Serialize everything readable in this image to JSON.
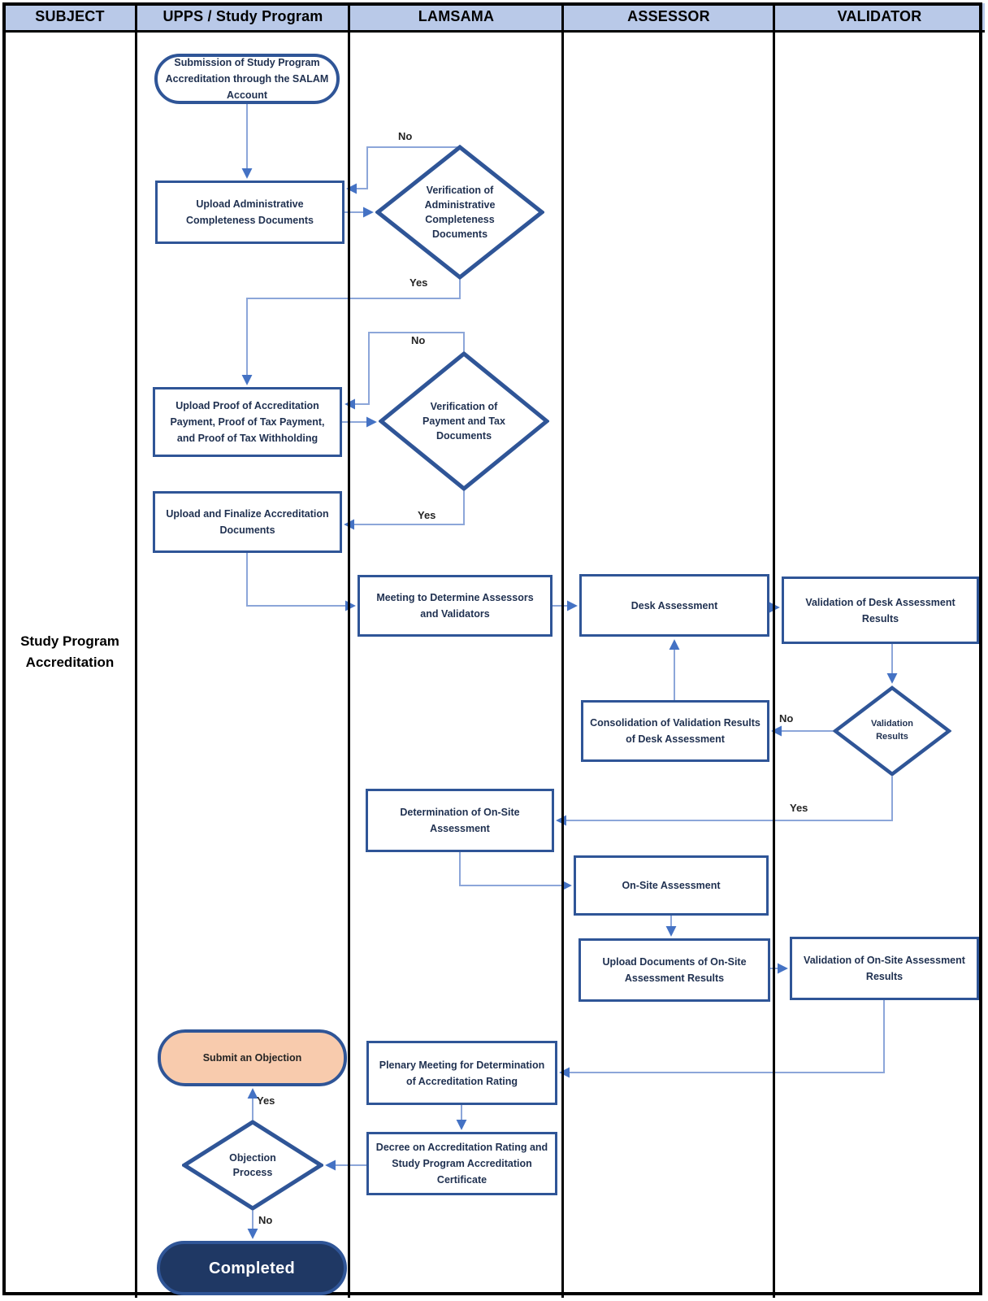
{
  "header": {
    "columns": [
      "SUBJECT",
      "UPPS / Study Program",
      "LAMSAMA",
      "ASSESSOR",
      "VALIDATOR"
    ]
  },
  "subject": {
    "label": "Study Program Accreditation"
  },
  "nodes": {
    "start": {
      "label": "Submission of Study Program Accreditation through the SALAM Account"
    },
    "upload_admin": {
      "label": "Upload Administrative Completeness Documents"
    },
    "verify_admin": {
      "label": "Verification of Administrative Completeness Documents"
    },
    "upload_proof": {
      "label": "Upload Proof of Accreditation Payment, Proof of Tax Payment, and Proof of Tax Withholding"
    },
    "verify_payment": {
      "label": "Verification of Payment and Tax Documents"
    },
    "upload_finalize": {
      "label": "Upload and Finalize Accreditation Documents"
    },
    "meeting": {
      "label": "Meeting to Determine Assessors and Validators"
    },
    "desk": {
      "label": "Desk Assessment"
    },
    "validation_desk": {
      "label": "Validation of Desk Assessment Results"
    },
    "validation_results": {
      "label": "Validation Results"
    },
    "consolidation": {
      "label": "Consolidation of Validation Results of Desk Assessment"
    },
    "determination": {
      "label": "Determination of On-Site Assessment"
    },
    "onsite": {
      "label": "On-Site Assessment"
    },
    "upload_docs": {
      "label": "Upload Documents of On-Site Assessment Results"
    },
    "validation_onsite": {
      "label": "Validation of On-Site Assessment Results"
    },
    "plenary": {
      "label": "Plenary Meeting for Determination of Accreditation Rating"
    },
    "decree": {
      "label": "Decree on Accreditation Rating and Study Program Accreditation Certificate"
    },
    "submit_objection": {
      "label": "Submit an Objection"
    },
    "objection": {
      "label": "Objection Process"
    },
    "completed": {
      "label": "Completed"
    }
  },
  "edge_labels": {
    "no_admin": "No",
    "yes_admin": "Yes",
    "no_payment": "No",
    "yes_payment": "Yes",
    "no_validation": "No",
    "yes_validation": "Yes",
    "yes_objection": "Yes",
    "no_objection": "No"
  },
  "colors": {
    "header_fill": "#b9c9e8",
    "box_border": "#2f5597",
    "box_text": "#1f3050",
    "arrow_line": "#8ca6d9",
    "arrow_head": "#4472c4",
    "objection_fill": "#f8cbad",
    "completed_fill": "#1f3864",
    "lane_line": "#000000"
  }
}
